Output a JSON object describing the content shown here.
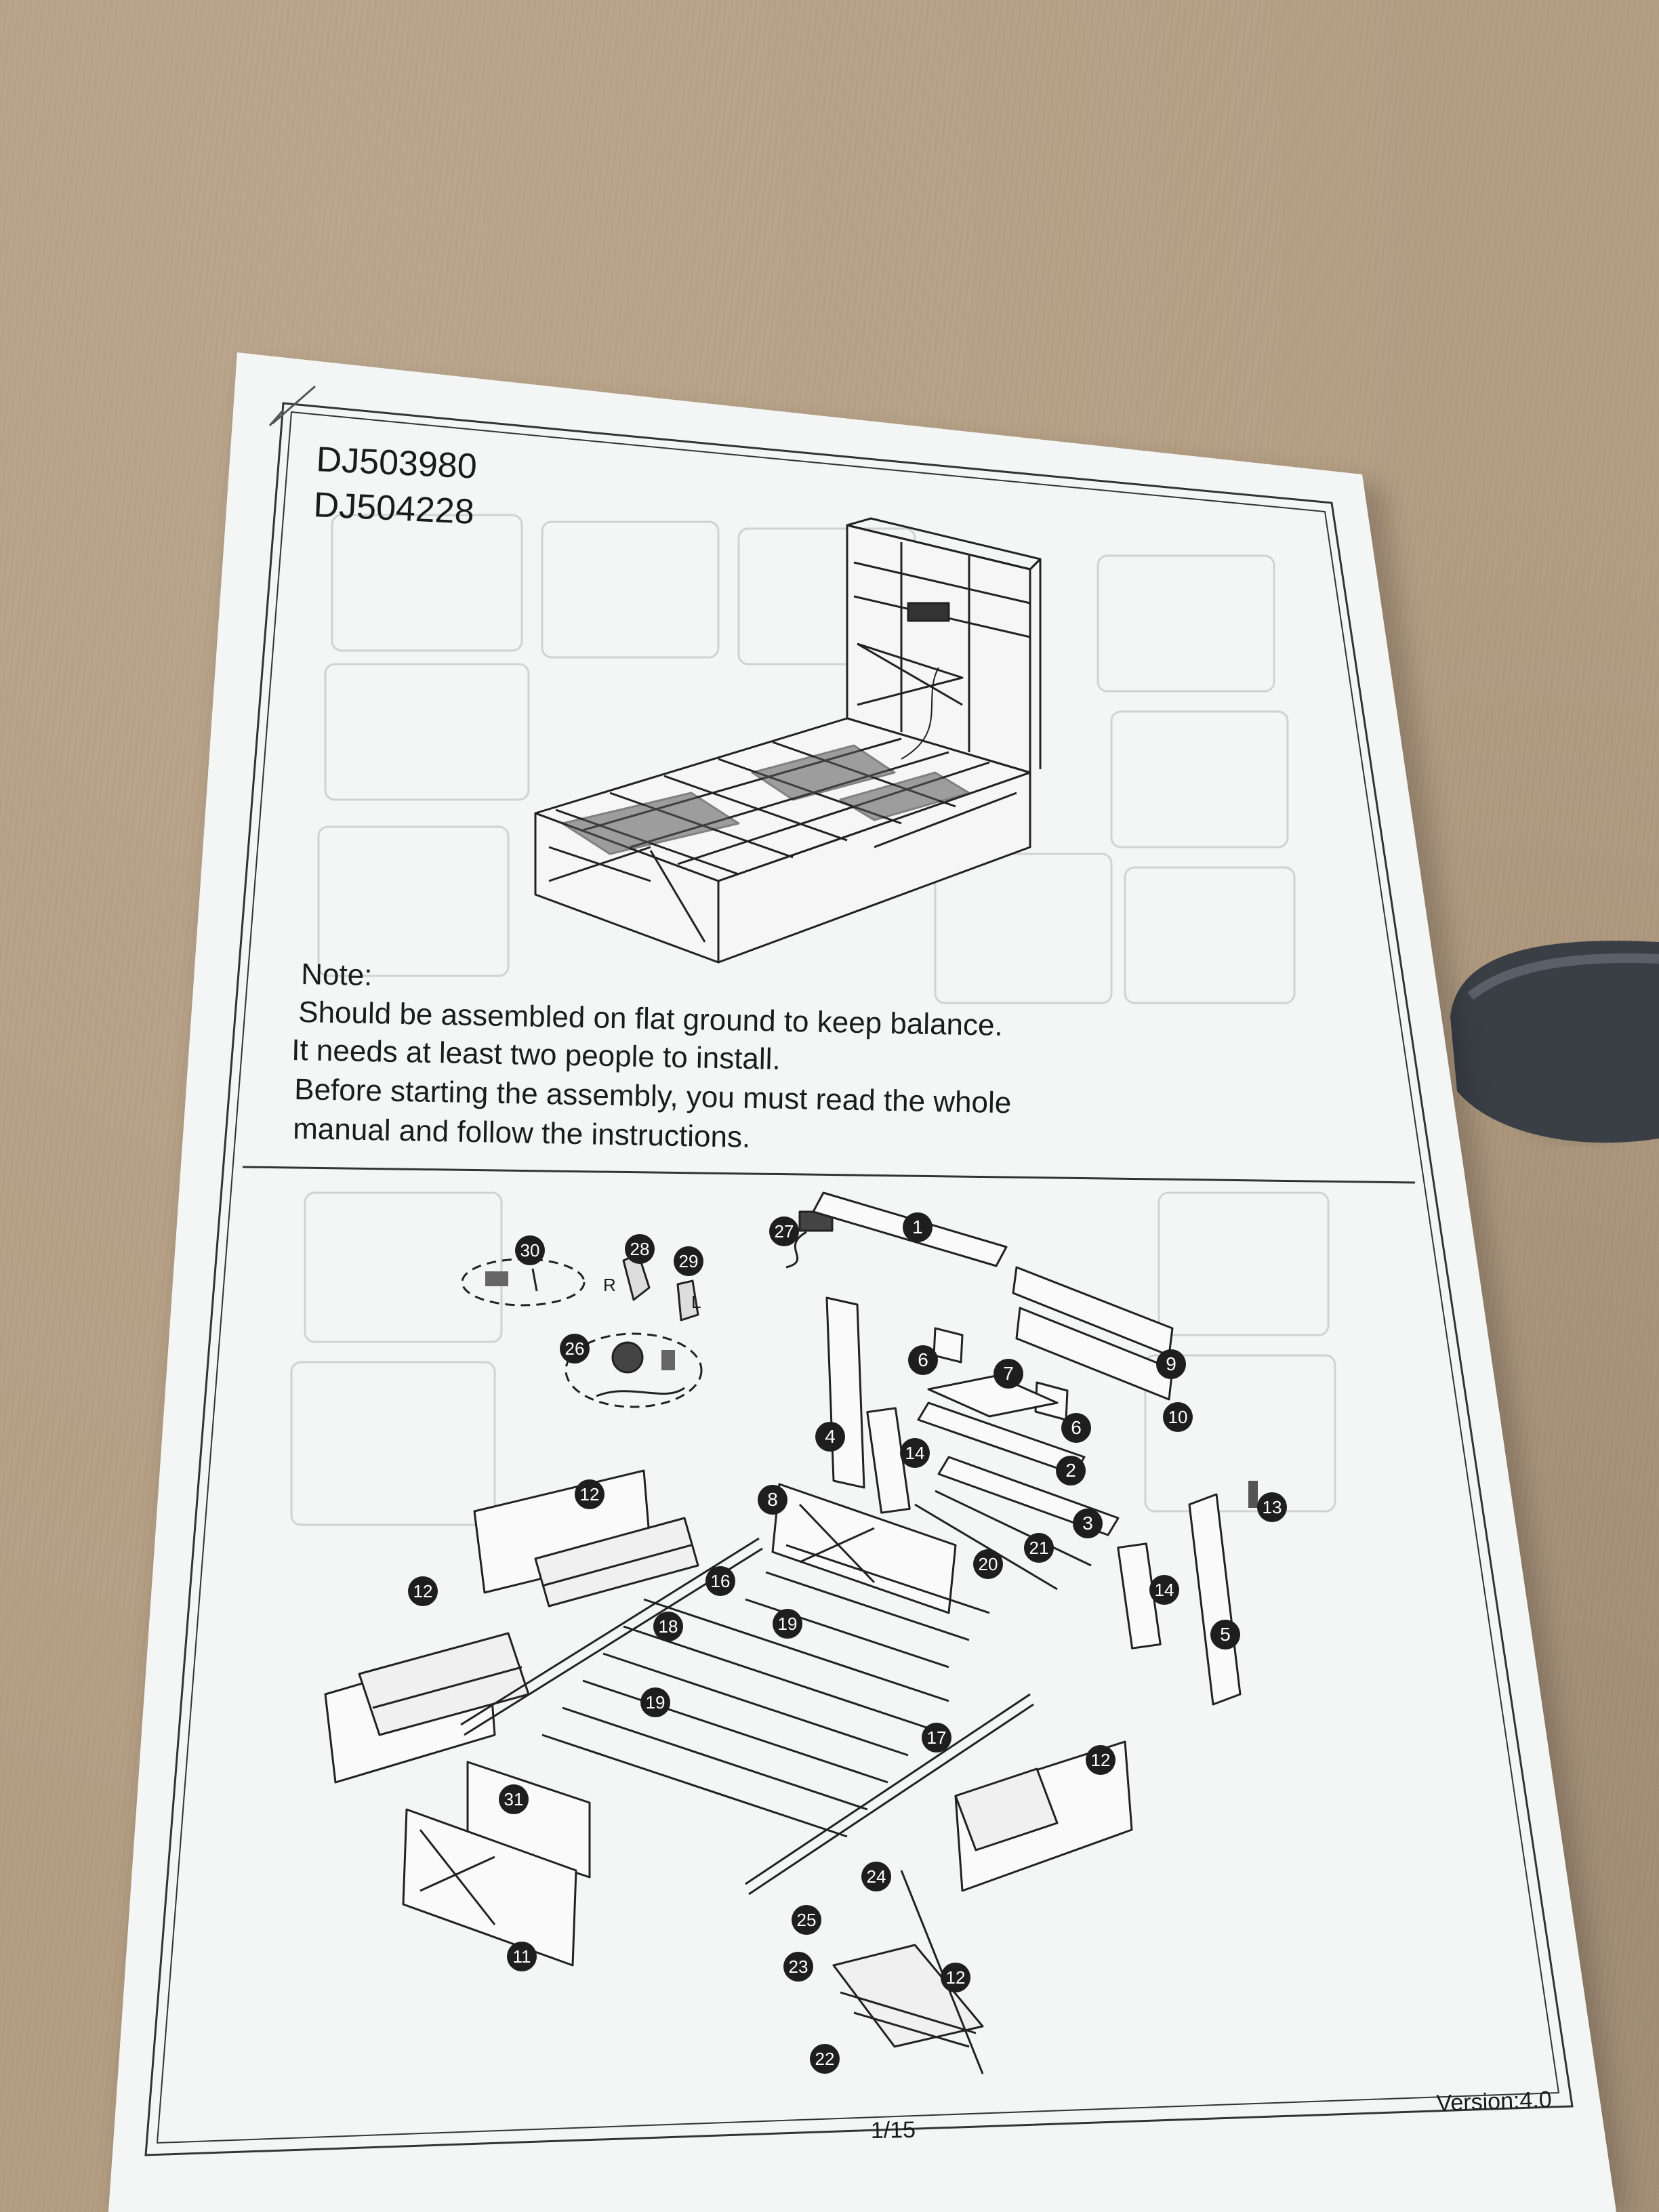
{
  "document": {
    "model_codes": [
      "DJ503980",
      "DJ504228"
    ],
    "note_heading": "Note:",
    "note_lines": [
      "Should be assembled on flat ground to keep balance.",
      "It needs at least two people to install.",
      "Before starting the assembly, you must read the whole",
      "manual and follow the instructions."
    ],
    "page_number": "1/15",
    "version": "Version:4.0",
    "hardware_side_labels": {
      "right": "R",
      "left": "L"
    }
  },
  "part_callouts": [
    "1",
    "2",
    "3",
    "4",
    "5",
    "6",
    "6",
    "7",
    "8",
    "9",
    "10",
    "11",
    "12",
    "12",
    "12",
    "12",
    "13",
    "14",
    "14",
    "16",
    "17",
    "18",
    "19",
    "19",
    "20",
    "21",
    "22",
    "23",
    "24",
    "25",
    "26",
    "27",
    "28",
    "29",
    "30",
    "31"
  ],
  "colors": {
    "cardboard": "#b59f84",
    "paper": "#f4f6f5",
    "ink": "#1b1b1b",
    "callout_fill": "#1e1e1e",
    "knob": "#3a3f46"
  }
}
